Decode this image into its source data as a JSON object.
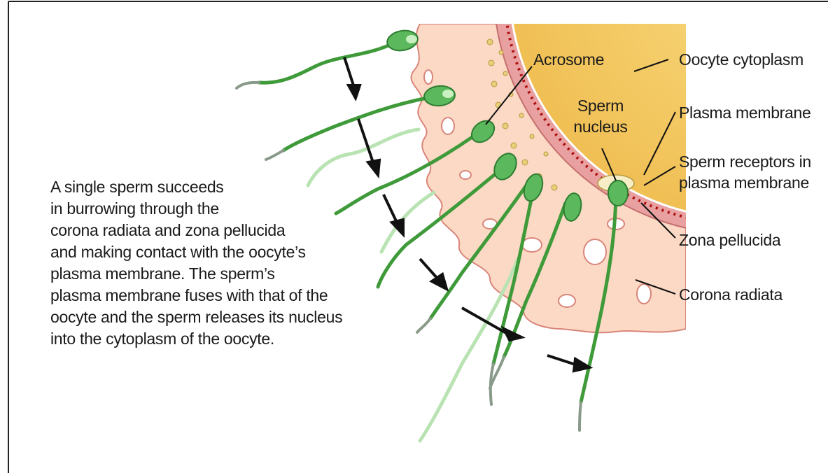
{
  "description_lines": [
    "A single sperm succeeds",
    "in burrowing through the",
    "corona radiata and zona pellucida",
    "and making contact with the oocyte’s",
    "plasma membrane. The sperm’s",
    "plasma membrane fuses with that of the",
    "oocyte and the sperm releases its nucleus",
    "into the cytoplasm of the oocyte."
  ],
  "labels": {
    "acrosome": "Acrosome",
    "sperm_nucleus_line1": "Sperm",
    "sperm_nucleus_line2": "nucleus",
    "oocyte_cytoplasm": "Oocyte cytoplasm",
    "plasma_membrane": "Plasma membrane",
    "sperm_receptors_line1": "Sperm receptors in",
    "sperm_receptors_line2": "plasma membrane",
    "zona_pellucida": "Zona pellucida",
    "corona_radiata": "Corona radiata"
  },
  "colors": {
    "cytoplasm": "#f2c557",
    "zona": "#e8a0a0",
    "corona": "#fbd9c4",
    "corona_outline": "#d9857a",
    "sperm": "#3f9a3a",
    "sperm_light": "#9fd89a",
    "arrow": "#111111",
    "receptor_dots": "#b01010"
  }
}
